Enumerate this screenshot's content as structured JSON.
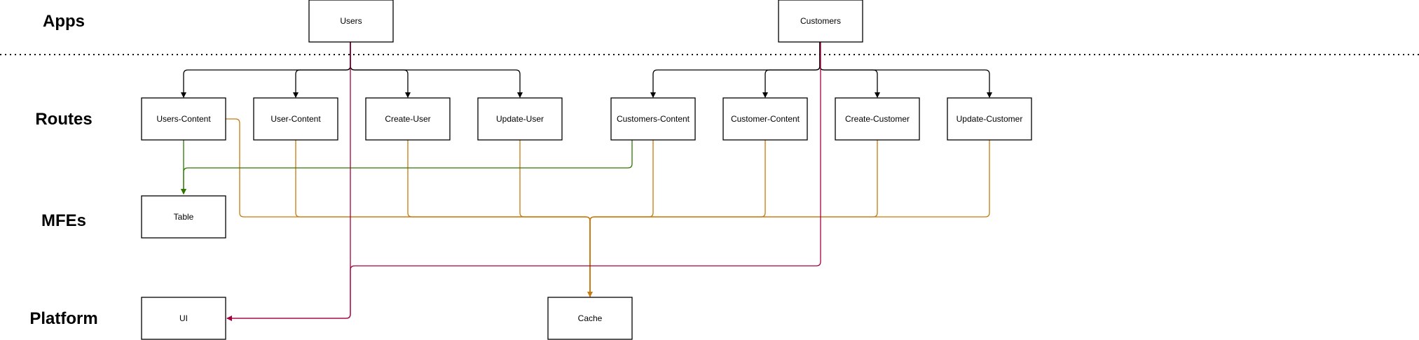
{
  "lanes": {
    "apps": "Apps",
    "routes": "Routes",
    "mfes": "MFEs",
    "platform": "Platform"
  },
  "nodes": {
    "users": "Users",
    "customers": "Customers",
    "users_content": "Users-Content",
    "user_content": "User-Content",
    "create_user": "Create-User",
    "update_user": "Update-User",
    "customers_content": "Customers-Content",
    "customer_content": "Customer-Content",
    "create_customer": "Create-Customer",
    "update_customer": "Update-Customer",
    "table": "Table",
    "ui": "UI",
    "cache": "Cache"
  },
  "colors": {
    "app_to_route": "#000000",
    "route_to_table": "#2d7600",
    "route_to_cache": "#c77a0e",
    "app_to_platform": "#a50040",
    "separator": "#000000"
  }
}
